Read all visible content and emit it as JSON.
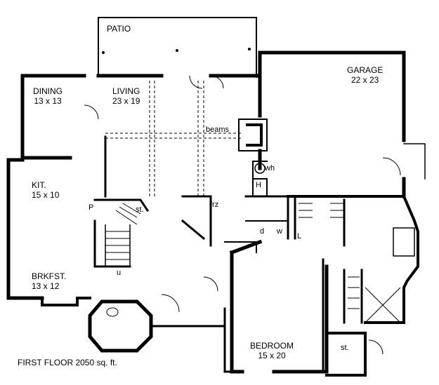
{
  "plan": {
    "caption": "FIRST FLOOR  2050  sq. ft.",
    "rooms": {
      "patio": {
        "name": "PATIO"
      },
      "dining": {
        "name": "DINING",
        "size": "13 x 13"
      },
      "living": {
        "name": "LIVING",
        "size": "23 x 19"
      },
      "garage": {
        "name": "GARAGE",
        "size": "22 x 23"
      },
      "kitchen": {
        "name": "KIT.",
        "size": "15 x 10"
      },
      "breakfast": {
        "name": "BRKFST.",
        "size": "13 x 12"
      },
      "bedroom": {
        "name": "BEDROOM",
        "size": "15 x 20"
      }
    },
    "labels": {
      "beams": "beams",
      "stair_storage": "st.",
      "bedroom_storage": "st.",
      "water_heater": "wh",
      "heater": "H",
      "freezer": "frz",
      "dryer": "d",
      "washer": "w",
      "linen": "L",
      "pantry": "P",
      "up": "u"
    }
  }
}
